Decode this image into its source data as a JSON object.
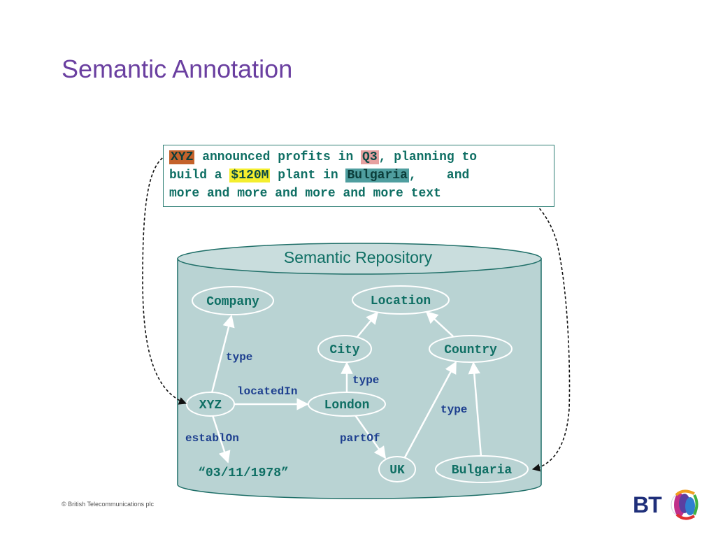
{
  "slide": {
    "title": "Semantic Annotation"
  },
  "document": {
    "line1": {
      "entity": "XYZ",
      "text1": " announced profits in ",
      "quarter": "Q3",
      "text2": ", planning to"
    },
    "line2": {
      "text1": "build a ",
      "amount": "$120M",
      "text2": " plant in ",
      "location": "Bulgaria",
      "text3": ",    and"
    },
    "line3": {
      "text": "more and more and more and more text"
    }
  },
  "repository": {
    "title": "Semantic Repository"
  },
  "nodes": {
    "company": "Company",
    "location": "Location",
    "city": "City",
    "country": "Country",
    "xyz": "XYZ",
    "london": "London",
    "date": "“03/11/1978”",
    "uk": "UK",
    "bulgaria": "Bulgaria"
  },
  "edges": {
    "xyz_type": "type",
    "located_in": "locatedIn",
    "london_type": "type",
    "bulgaria_type": "type",
    "establ_on": "establOn",
    "part_of": "partOf"
  },
  "footer": {
    "copyright": "© British Telecommunications plc"
  },
  "logo": {
    "text": "BT"
  },
  "colors": {
    "title": "#6a3fa0",
    "teal_text": "#0f6f64",
    "edge_label": "#1d3f8f",
    "cylinder_fill": "#b9d3d3",
    "cylinder_stroke": "#1f6f68",
    "highlight_org": "#c4622b",
    "highlight_q3": "#e6a0a0",
    "highlight_money": "#f4ee2e",
    "highlight_location": "#4f9e9f"
  }
}
